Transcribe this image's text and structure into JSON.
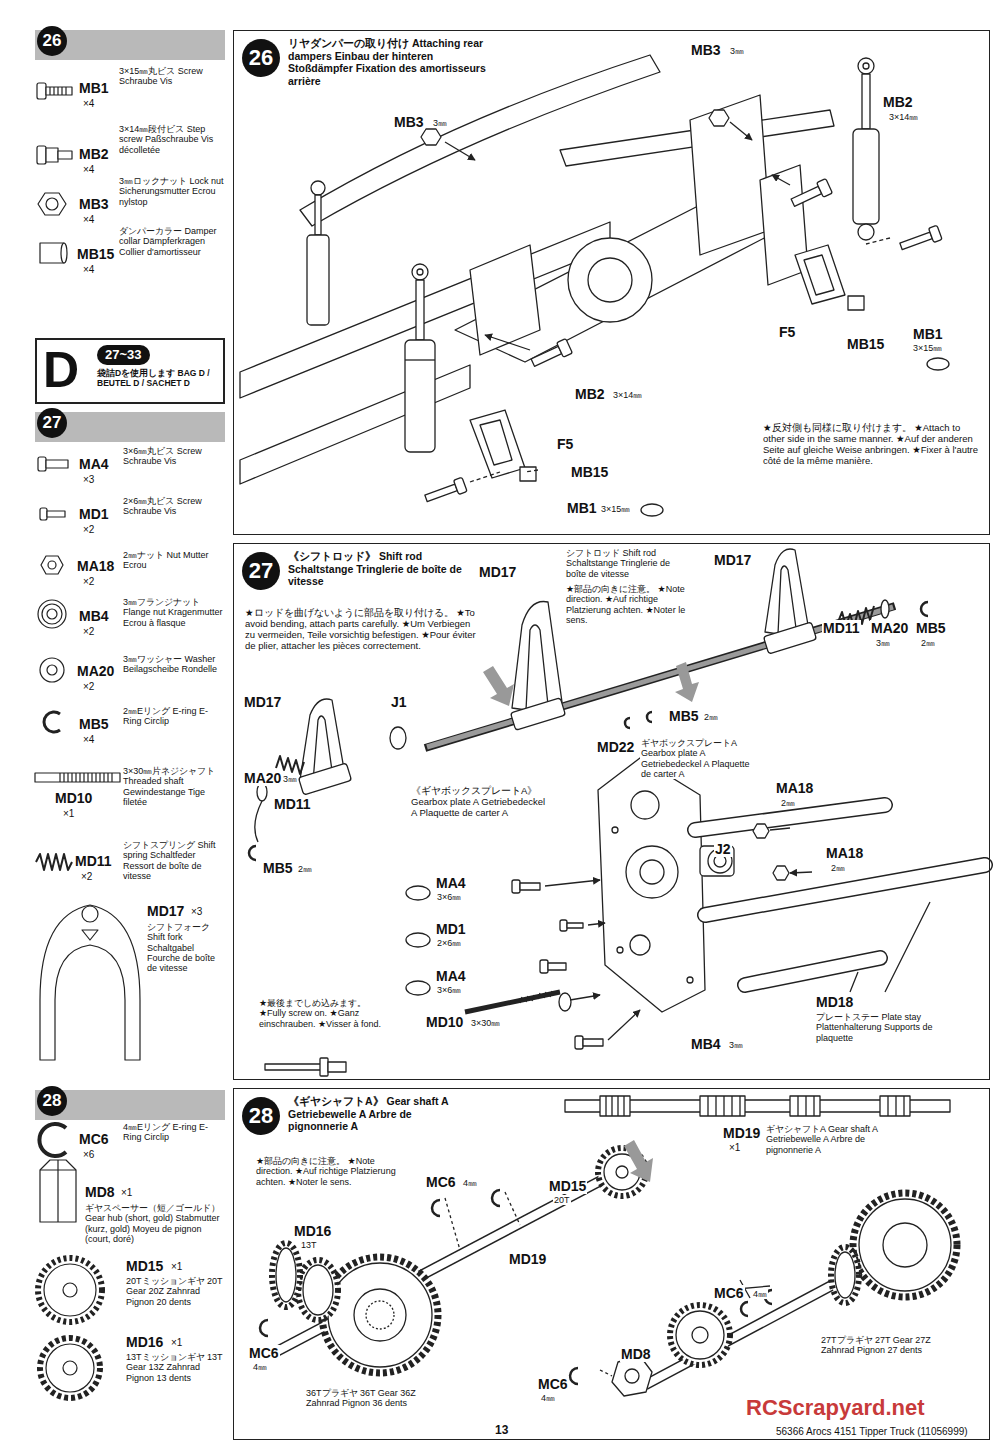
{
  "diagram": {
    "nodes": [
      {
        "text": [
          "26"
        ]
      },
      {
        "text": [
          "26",
          "リヤダンパーの取り付け Attaching rear dampers Einbau der hinteren Stoßdämpfer Fixation des amortisseurs arrière"
        ]
      },
      {
        "text": [
          "D",
          "27~33",
          "袋詰Dを使用します BAG D / BEUTEL D / SACHET D"
        ]
      },
      {
        "text": [
          "27"
        ]
      },
      {
        "text": [
          "27",
          "《シフトロッド》 Shift rod Schaltstange Tringlerie de boîte de vitesse"
        ]
      },
      {
        "text": [
          "28"
        ]
      },
      {
        "text": [
          "28",
          "《ギヤシャフトA》 Gear shaft A Getriebewelle A Arbre de pignonnerie A"
        ]
      }
    ],
    "labels": [
      "MB1",
      "×4",
      "3×15㎜丸ビス Screw Schraube Vis",
      "MB2",
      "×4",
      "3×14㎜段付ビス Step screw Paßschraube Vis décolletée",
      "MB3",
      "×4",
      "3㎜ロックナット Lock nut Sicherungsmutter Ecrou nylstop",
      "MB15",
      "×4",
      "ダンパーカラー Damper collar Dämpferkragen Collier d'amortisseur",
      "MA4",
      "×3",
      "3×6㎜丸ビス Screw Schraube Vis",
      "MD1",
      "×2",
      "2×6㎜丸ビス Screw Schraube Vis",
      "MA18",
      "×2",
      "2㎜ナット Nut Mutter Ecrou",
      "MB4",
      "×2",
      "3㎜フランジナット Flange nut Kragenmutter Ecrou à flasque",
      "MA20",
      "×2",
      "3㎜ワッシャー Washer Beilagscheibe Rondelle",
      "MB5",
      "×4",
      "2㎜Eリング E-ring E-Ring Circlip",
      "MD10",
      "×1",
      "3×30㎜片ネジシャフト Threaded shaft Gewindestange Tige filetée",
      "MD11",
      "×2",
      "シフトスプリング Shift spring Schaltfeder Ressort de boîte de vitesse",
      "MD17",
      "×3",
      "シフトフォーク Shift fork Schaltgabel Fourche de boîte de vitesse",
      "MC6",
      "×6",
      "4㎜Eリング E-ring E-Ring Circlip",
      "MD8",
      "×1",
      "ギヤスペーサー（短／ゴールド） Gear hub (short, gold) Stabmutter (kurz, gold) Moyeu de pignon (court, doré)",
      "MD15",
      "×1",
      "20Tミッションギヤ 20T Gear 20Z Zahnrad Pignon 20 dents",
      "MD16",
      "×1",
      "13Tミッションギヤ 13T Gear 13Z Zahnrad Pignon 13 dents",
      "MB3",
      "3㎜",
      "MB3",
      "3㎜",
      "MB2",
      "3×14㎜",
      "F5",
      "MB15",
      "MB1",
      "3×15㎜",
      "MB2",
      "3×14㎜",
      "F5",
      "MB15",
      "MB1",
      "3×15㎜",
      "★反対側も同様に取り付けます。 ★Attach to other side in the same manner. ★Auf der anderen Seite auf gleiche Weise anbringen. ★Fixer à l'autre côté de la même manière.",
      "★ロッドを曲げないように部品を取り付ける。 ★To avoid bending, attach parts carefully. ★Um Verbiegen zu vermeiden, Teile vorsichtig befestigen. ★Pour éviter de plier, attacher les pièces correctement.",
      "MD17",
      "シフトロッド Shift rod Schaltstange Tringlerie de boîte de vitesse",
      "★部品の向きに注意。 ★Note direction. ★Auf richtige Platzierung achten. ★Noter le sens.",
      "MD17",
      "MA20",
      "3㎜",
      "MD11",
      "MB5",
      "2㎜",
      "MB5",
      "2㎜",
      "MD17",
      "J1",
      "MA20",
      "3㎜",
      "MD11",
      "MB5",
      "2㎜",
      "MD22",
      "ギヤボックスプレートA Gearbox plate A Getriebedeckel A Plaquette de carter A",
      "《ギヤボックスプレートA》 Gearbox plate A Getriebedeckel A Plaquette de carter A",
      "MA18",
      "2㎜",
      "J2",
      "MA18",
      "2㎜",
      "MA4",
      "3×6㎜",
      "MD1",
      "2×6㎜",
      "MA4",
      "3×6㎜",
      "★最後までしめ込みます。 ★Fully screw on. ★Ganz einschrauben. ★Visser à fond.",
      "MD10",
      "3×30㎜",
      "MB4",
      "3㎜",
      "MD18",
      "プレートステー Plate stay Plattenhalterung Supports de plaquette",
      "★部品の向きに注意。 ★Note direction. ★Auf richtige Platzierung achten. ★Noter le sens.",
      "MC6",
      "4㎜",
      "MD15",
      "20T",
      "MD16",
      "13T",
      "MD19",
      "MC6",
      "4㎜",
      "36Tプラギヤ 36T Gear 36Z Zahnrad Pignon 36 dents",
      "MD19",
      "×1",
      "ギヤシャフトA Gear shaft A Getriebewelle A Arbre de pignonnerie A",
      "MC6",
      "4㎜",
      "MD8",
      "MC6",
      "4㎜",
      "27Tプラギヤ 27T Gear 27Z Zahnrad Pignon 27 dents",
      "RCScrapyard.net",
      "13",
      "56366 Arocs 4151 Tipper Truck (11056999)"
    ]
  }
}
